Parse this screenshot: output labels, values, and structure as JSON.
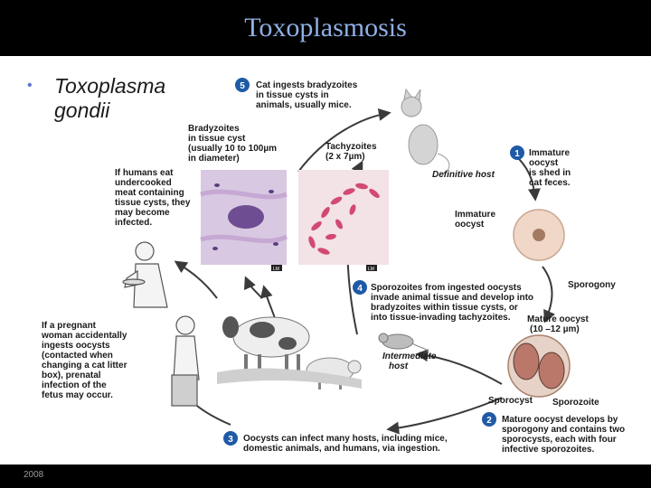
{
  "slide": {
    "title": "Toxoplasmosis",
    "bullet": "Toxoplasma gondii",
    "footer_year": "2008"
  },
  "steps": {
    "s1": {
      "num": "1",
      "lines": [
        "Immature",
        "oocyst",
        "is shed in",
        "cat feces."
      ]
    },
    "s2": {
      "num": "2",
      "lines": [
        "Mature oocyst develops by",
        "sporogony and contains two",
        "sporocysts, each with four",
        "infective sporozoites."
      ]
    },
    "s3": {
      "num": "3",
      "lines": [
        "Oocysts can infect many hosts, including mice,",
        "domestic animals, and humans, via ingestion."
      ]
    },
    "s4": {
      "num": "4",
      "lines": [
        "Sporozoites from ingested oocysts",
        "invade animal tissue and develop into",
        "bradyzoites within tissue cysts, or",
        "into tissue-invading tachyzoites."
      ]
    },
    "s5": {
      "num": "5",
      "lines": [
        "Cat ingests bradyzoites",
        "in tissue cysts in",
        "animals, usually mice."
      ]
    }
  },
  "labels": {
    "bradyzoites": [
      "Bradyzoites",
      "in tissue cyst",
      "(usually 10 to 100µm",
      "in diameter)"
    ],
    "tachyzoites": [
      "Tachyzoites",
      "(2 x 7µm)"
    ],
    "undercooked": [
      "If humans eat",
      "undercooked",
      "meat containing",
      "tissue cysts, they",
      "may become",
      "infected."
    ],
    "pregnant": [
      "If a pregnant",
      "woman accidentally",
      "ingests oocysts",
      "(contacted when",
      "changing a cat litter",
      "box), prenatal",
      "infection of the",
      "fetus may occur."
    ],
    "definitive_host": "Definitive host",
    "intermediate_host": [
      "Intermediate",
      "host"
    ],
    "immature_oocyst": [
      "Immature",
      "oocyst"
    ],
    "sporogony": "Sporogony",
    "mature_oocyst": [
      "Mature oocyst",
      "(10 –12 µm)"
    ],
    "sporocyst": "Sporocyst",
    "sporozoite": "Sporozoite",
    "lm_left": "LM",
    "lm_right": "LM"
  },
  "colors": {
    "badge": "#1f5aa6",
    "arrow": "#3a3a3a",
    "bullet": "#5a78c8",
    "title": "#8fb0e6"
  }
}
